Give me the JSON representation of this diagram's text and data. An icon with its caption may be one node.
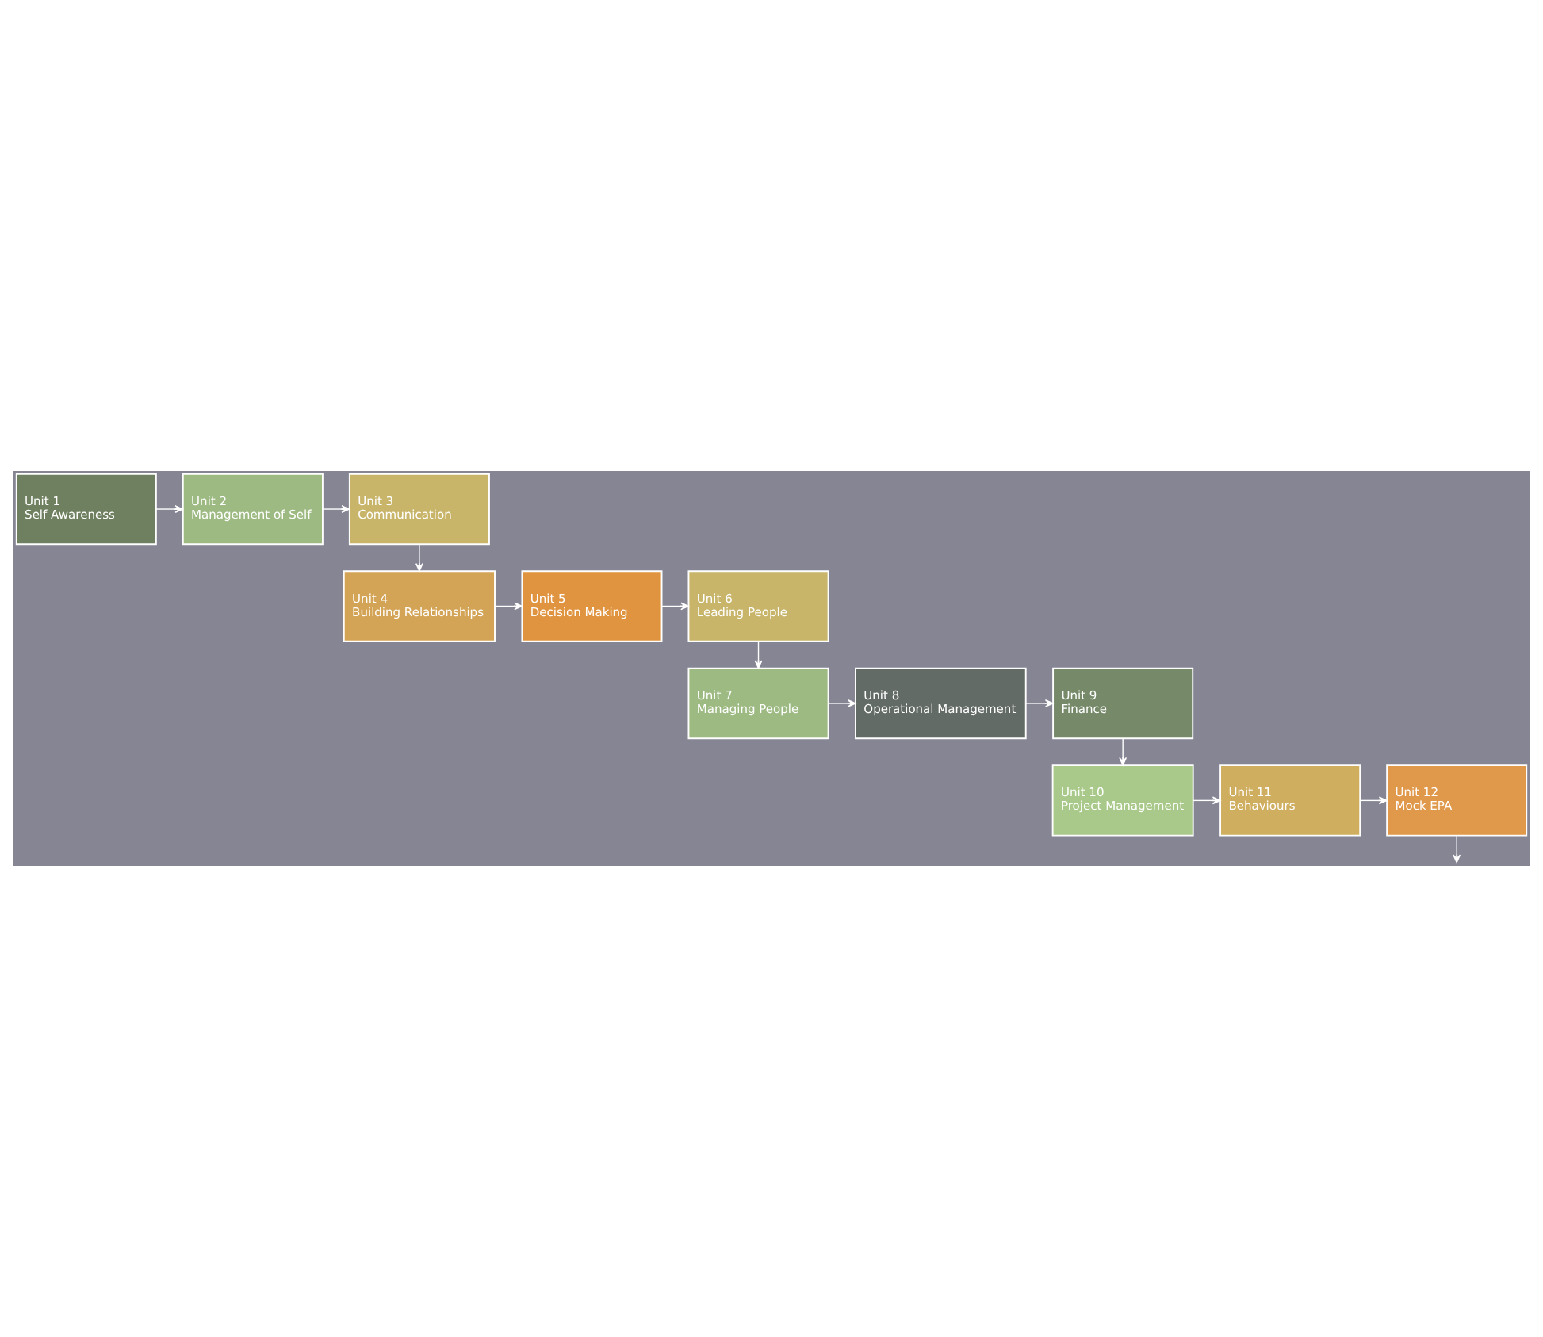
{
  "diagram": {
    "nodes": [
      {
        "text": [
          "Unit 1",
          "Self Awareness"
        ]
      },
      {
        "text": [
          "Unit 2",
          "Management of Self"
        ]
      },
      {
        "text": [
          "Unit 3",
          "Communication"
        ]
      },
      {
        "text": [
          "Unit 4",
          "Building Relationships"
        ]
      },
      {
        "text": [
          "Unit 5",
          "Decision Making"
        ]
      },
      {
        "text": [
          "Unit 6",
          "Leading People"
        ]
      },
      {
        "text": [
          "Unit 7",
          "Managing People"
        ]
      },
      {
        "text": [
          "Unit 8",
          "Operational Management"
        ]
      },
      {
        "text": [
          "Unit 9",
          "Finance"
        ]
      },
      {
        "text": [
          "Unit 10",
          "Project Management"
        ]
      },
      {
        "text": [
          "Unit 11",
          "Behaviours"
        ]
      },
      {
        "text": [
          "Unit 12",
          "Mock EPA"
        ]
      }
    ],
    "edges": [
      {
        "from": 0,
        "to": 1,
        "arrow": "to"
      },
      {
        "from": 1,
        "to": 2,
        "arrow": "to"
      },
      {
        "from": 2,
        "to": 3,
        "arrow": "to"
      },
      {
        "from": 3,
        "to": 4,
        "arrow": "to"
      },
      {
        "from": 4,
        "to": 5,
        "arrow": "to"
      },
      {
        "from": 5,
        "to": 6,
        "arrow": "to"
      },
      {
        "from": 6,
        "to": 7,
        "arrow": "to"
      },
      {
        "from": 7,
        "to": 8,
        "arrow": "to"
      },
      {
        "from": 8,
        "to": 9,
        "arrow": "to"
      },
      {
        "from": 9,
        "to": 10,
        "arrow": "to"
      },
      {
        "from": 10,
        "to": 11,
        "arrow": "to"
      },
      {
        "from": 11,
        "to": null,
        "arrow": "to"
      }
    ]
  }
}
